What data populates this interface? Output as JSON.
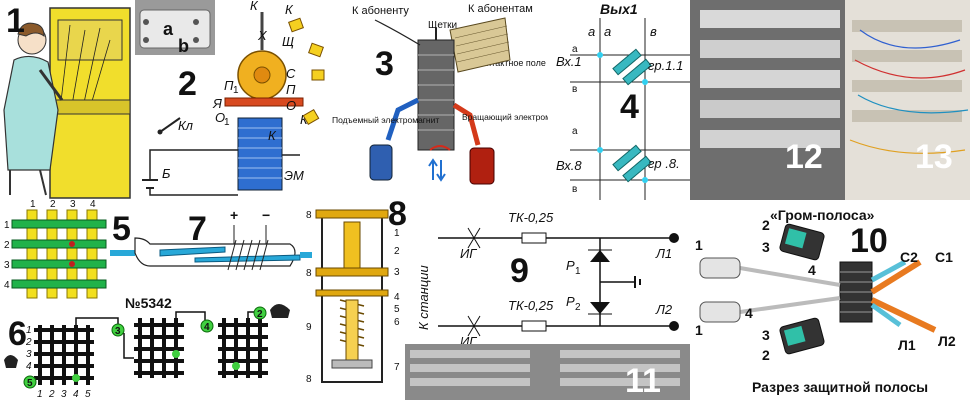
{
  "panels": {
    "p1": {
      "number": "1"
    },
    "p2": {
      "number": "2",
      "contact_a": "a",
      "contact_b": "b",
      "key": "Кл",
      "battery": "Б",
      "magnet": "ЭМ",
      "pawl": "П",
      "pawl_sub": "1",
      "anchor": "Я",
      "axis": "O",
      "axis_sub": "1",
      "labels": [
        "К",
        "К",
        "Х",
        "Щ",
        "С",
        "П",
        "О",
        "К",
        "К"
      ]
    },
    "p3": {
      "number": "3",
      "to_subscriber": "К абоненту",
      "brushes": "Щетки",
      "to_subscribers": "К абонентам",
      "contact_field": "Контактное поле",
      "lift_magnet": "Подъемный электромагнит",
      "rotate_magnet": "Вращающий электромагнит"
    },
    "p4": {
      "number": "4",
      "out": "Вых1",
      "in1": "Вх.1",
      "in8": "Вх.8",
      "a": "а",
      "b": "в",
      "group1": "гр.1.1",
      "group8": "гр .8."
    },
    "p5": {
      "number": "5",
      "rows": [
        "1",
        "2",
        "3",
        "4"
      ],
      "cols": [
        "1",
        "2",
        "3",
        "4"
      ]
    },
    "p6": {
      "number": "6",
      "title": "№5342",
      "rows": [
        "1",
        "2",
        "3",
        "4",
        "5"
      ],
      "cols": [
        "1",
        "2",
        "3",
        "4",
        "5"
      ],
      "markers": [
        "5",
        "3",
        "4",
        "2"
      ]
    },
    "p7": {
      "number": "7",
      "plus": "+",
      "minus": "−"
    },
    "p8": {
      "number": "8",
      "callouts": [
        "1",
        "2",
        "3",
        "4",
        "5",
        "6",
        "7",
        "8",
        "8",
        "8",
        "9"
      ]
    },
    "p9": {
      "number": "9",
      "to_station": "К станции",
      "ig": "ИГ",
      "tk": "ТК-0,25",
      "r1": "Р",
      "r1_sub": "1",
      "r2": "Р",
      "r2_sub": "2",
      "l1": "Л1",
      "l2": "Л2"
    },
    "p10": {
      "number": "10",
      "title": "«Гром-полоса»",
      "caption": "Разрез защитной полосы",
      "c1": "С1",
      "c2": "С2",
      "l1": "Л1",
      "l2": "Л2",
      "callouts": [
        "1",
        "2",
        "3",
        "4",
        "1",
        "2",
        "3",
        "4"
      ]
    },
    "p11": {
      "number": "11"
    },
    "p12": {
      "number": "12"
    },
    "p13": {
      "number": "13"
    }
  },
  "colors": {
    "yellow": "#f5e21a",
    "cyan": "#20b8d8",
    "red": "#d42a1a",
    "blue": "#2060c0",
    "orange": "#e87a20",
    "green": "#3ad23a"
  }
}
